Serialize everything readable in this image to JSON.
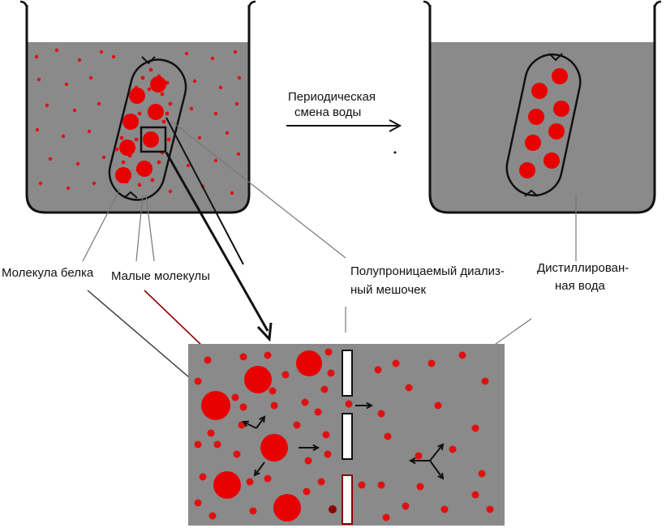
{
  "colors": {
    "solution": "#8a8a8a",
    "solution_dark": "#7e7e7e",
    "protein": "#e80000",
    "small_molecule": "#e01010",
    "outline": "#111111",
    "membrane_fill": "#ffffff"
  },
  "labels": {
    "process_line1": "Периодическая",
    "process_line2": "смена воды",
    "protein_molecule": "Молекула белка",
    "small_molecules": "Малые молекулы",
    "membrane_line1": "Полупроницаемый диализ-",
    "membrane_line2": "ный мешочек",
    "water_line1": "Дистиллирован-",
    "water_line2": "ная вода"
  },
  "icons": {
    "arrow": "right-arrow-icon"
  }
}
